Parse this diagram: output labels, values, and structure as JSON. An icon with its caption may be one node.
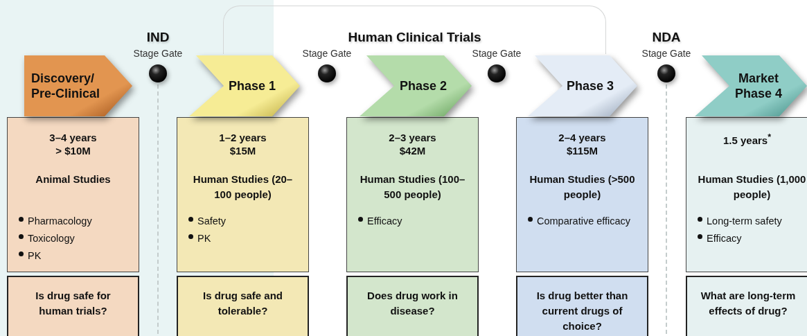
{
  "diagram": {
    "nodes": [
      {
        "text": [
          "Human Clinical Trials"
        ]
      },
      {
        "text": [
          "Discovery/ Pre-Clinical"
        ]
      },
      {
        "text": [
          "IND",
          "Stage Gate"
        ]
      },
      {
        "text": [
          "Phase 1"
        ]
      },
      {
        "text": [
          "Stage Gate"
        ]
      },
      {
        "text": [
          "Phase 2"
        ]
      },
      {
        "text": [
          "Stage Gate"
        ]
      },
      {
        "text": [
          "Phase 3"
        ]
      },
      {
        "text": [
          "NDA",
          "Stage Gate"
        ]
      },
      {
        "text": [
          "Market Phase 4"
        ]
      },
      {
        "text": [
          "3–4 years",
          "> $10M",
          "Animal Studies",
          "Pharmacology",
          "Toxicology",
          "PK"
        ]
      },
      {
        "text": [
          "1–2 years",
          "$15M",
          "Human Studies (20–100 people)",
          "Safety",
          "PK"
        ]
      },
      {
        "text": [
          "2–3 years",
          "$42M",
          "Human Studies (100–500 people)",
          "Efficacy"
        ]
      },
      {
        "text": [
          "2–4 years",
          "$115M",
          "Human Studies (>500 people)",
          "Comparative efficacy"
        ]
      },
      {
        "text": [
          "1.5 years$^{*}$",
          "Human Studies (1,000 people)",
          "Long-term safety",
          "Efficacy"
        ]
      },
      {
        "text": [
          "Is drug safe for human trials?"
        ]
      },
      {
        "text": [
          "Is drug safe and tolerable?"
        ]
      },
      {
        "text": [
          "Does drug work in disease?"
        ]
      },
      {
        "text": [
          "Is drug better than current drugs of choice?"
        ]
      },
      {
        "text": [
          "What are long-term effects of drug?"
        ]
      }
    ]
  }
}
